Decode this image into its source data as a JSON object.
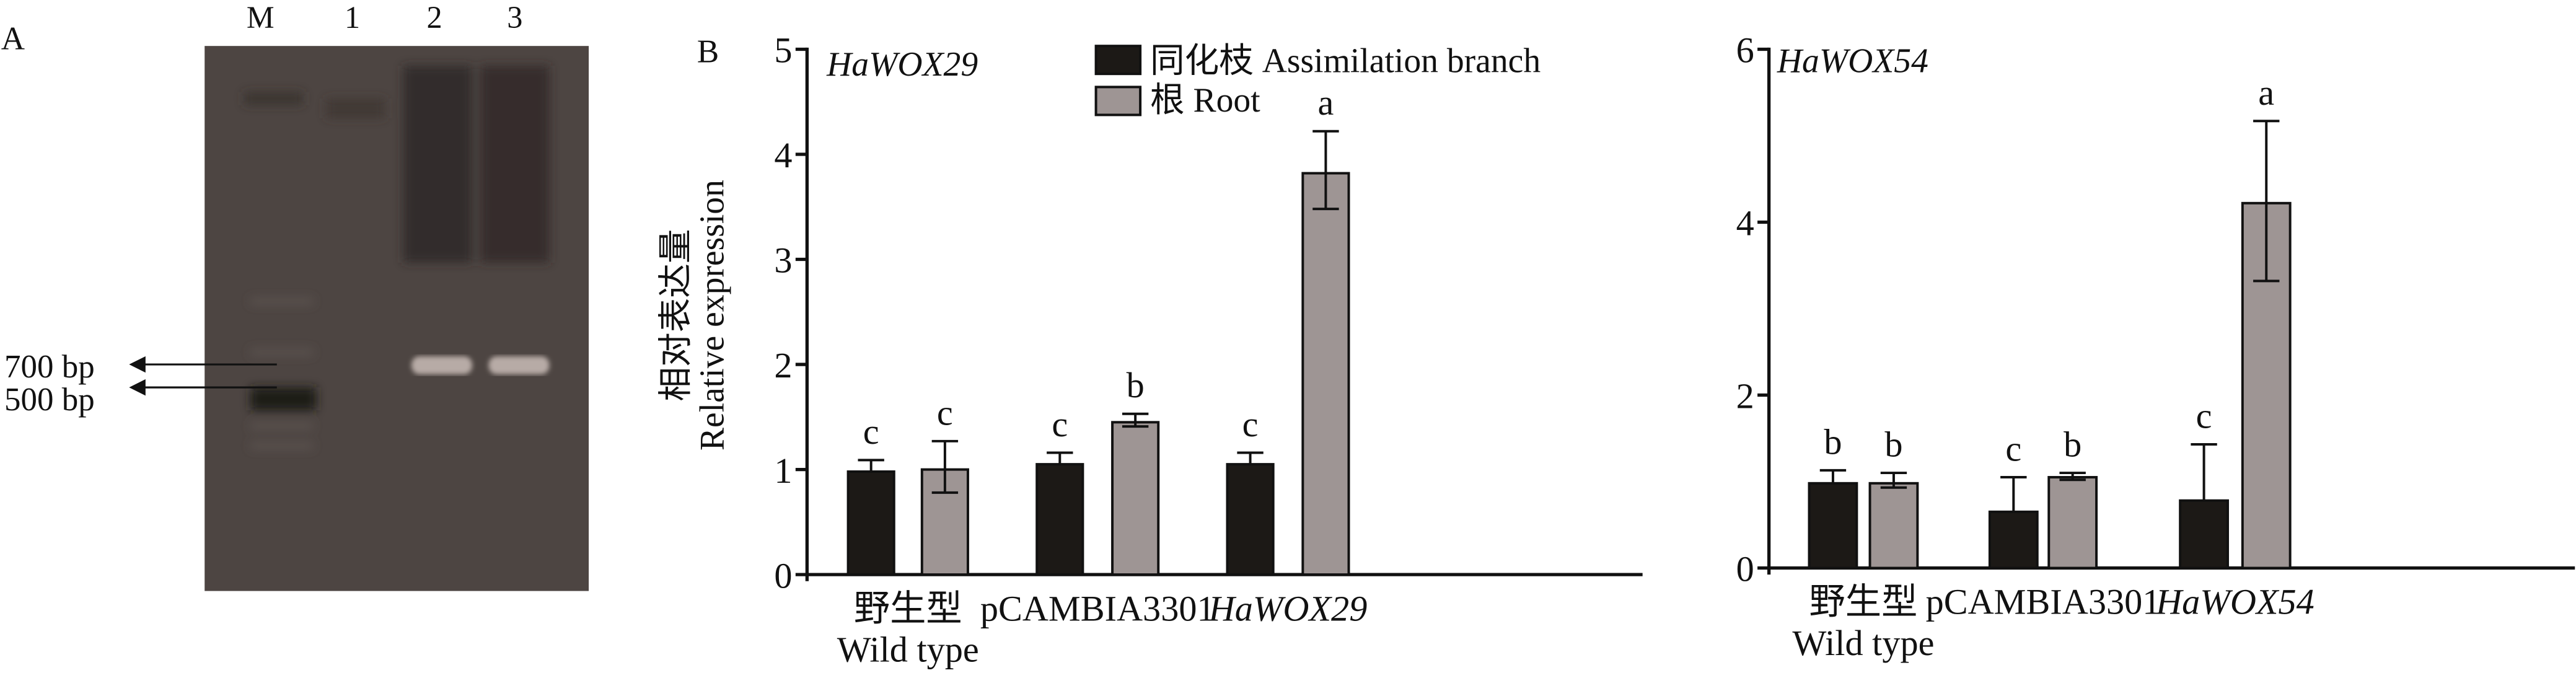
{
  "panel_a": {
    "panel_label": "A",
    "lane_labels": [
      "M",
      "1",
      "2",
      "3"
    ],
    "marker_labels": [
      "700 bp",
      "500 bp"
    ]
  },
  "colors": {
    "branch": "#1c1916",
    "root": "#9e9594",
    "gel": "#4d4542"
  },
  "chart_data": [
    {
      "type": "bar",
      "panel_label": "B",
      "title": "HaWOX29",
      "ylabel_cn": "相对表达量",
      "ylabel": "Relative expression",
      "ylim": [
        0,
        5
      ],
      "yticks": [
        "0",
        "1",
        "2",
        "3",
        "4",
        "5"
      ],
      "categories": [
        {
          "cn": "野生型",
          "en": "Wild type",
          "italic": false
        },
        {
          "cn": "",
          "en": "pCAMBIA3301",
          "italic": false
        },
        {
          "cn": "",
          "en": "HaWOX29",
          "italic": true
        }
      ],
      "legend": {
        "placement": "top-center",
        "items": [
          {
            "label": "同化枝 Assimilation branch"
          },
          {
            "label": "根 Root"
          }
        ]
      },
      "series": [
        {
          "name": "同化枝 Assimilation branch",
          "values": [
            0.98,
            1.05,
            1.05
          ],
          "err_hi": [
            0.11,
            0.11,
            0.11
          ],
          "err_lo": [
            0.0,
            0.0,
            0.0
          ],
          "letters": [
            "c",
            "c",
            "c"
          ]
        },
        {
          "name": "根 Root",
          "values": [
            1.0,
            1.45,
            3.82
          ],
          "err_hi": [
            0.27,
            0.08,
            0.4
          ],
          "err_lo": [
            0.22,
            0.04,
            0.34
          ],
          "letters": [
            "c",
            "b",
            "a"
          ]
        }
      ]
    },
    {
      "type": "bar",
      "title": "HaWOX54",
      "ylim": [
        0,
        6
      ],
      "yticks": [
        "0",
        "2",
        "4",
        "6"
      ],
      "categories": [
        {
          "cn": "野生型",
          "en": "Wild type",
          "italic": false
        },
        {
          "cn": "",
          "en": "pCAMBIA3301",
          "italic": false
        },
        {
          "cn": "",
          "en": "HaWOX54",
          "italic": true
        }
      ],
      "series": [
        {
          "name": "同化枝 Assimilation branch",
          "values": [
            0.98,
            0.65,
            0.78
          ],
          "err_hi": [
            0.15,
            0.4,
            0.65
          ],
          "err_lo": [
            0.0,
            0.0,
            0.0
          ],
          "letters": [
            "b",
            "c",
            "c"
          ]
        },
        {
          "name": "根 Root",
          "values": [
            0.98,
            1.05,
            4.22
          ],
          "err_hi": [
            0.12,
            0.05,
            0.95
          ],
          "err_lo": [
            0.05,
            0.03,
            0.9
          ],
          "letters": [
            "b",
            "b",
            "a"
          ]
        }
      ]
    }
  ]
}
